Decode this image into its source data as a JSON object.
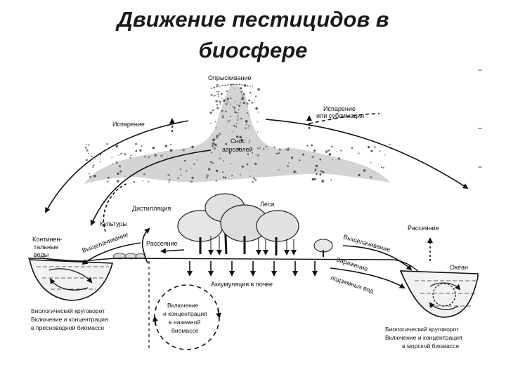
{
  "title": {
    "line1": "Движение пестицидов в",
    "line2": "биосфере"
  },
  "labels": {
    "spraying": "Опрыскивание",
    "evaporation_left": "Испарение",
    "evaporation_right_1": "Испарение",
    "evaporation_right_2": "или сублимация",
    "aerosol_1": "Снос",
    "aerosol_2": "аэрозолей",
    "forests": "Леса",
    "distillation": "Дистилляция",
    "crops": "Культуры",
    "continental_1": "Континен-",
    "continental_2": "тальные",
    "continental_3": "воды",
    "leaching_left": "Выщелачивание",
    "scattering_left": "Рассеяние",
    "scattering_right": "Рассеяние",
    "leaching_right": "Выщелачивание",
    "ocean": "Океан",
    "soil_accumulation": "Аккумуляция в почве",
    "groundwater_1": "Заражение",
    "groundwater_2": "подземных вод",
    "bio_fresh_1": "Биологический круговорот",
    "bio_fresh_2": "Включение и концентрация",
    "bio_fresh_3": "в пресноводной биомассе",
    "terrestrial_1": "Включение",
    "terrestrial_2": "и концентрация",
    "terrestrial_3": "в наземной",
    "terrestrial_4": "биомассе",
    "bio_marine_1": "Биологический круговорот",
    "bio_marine_2": "Включение и концентрация",
    "bio_marine_3": "в морской биомассе"
  }
}
